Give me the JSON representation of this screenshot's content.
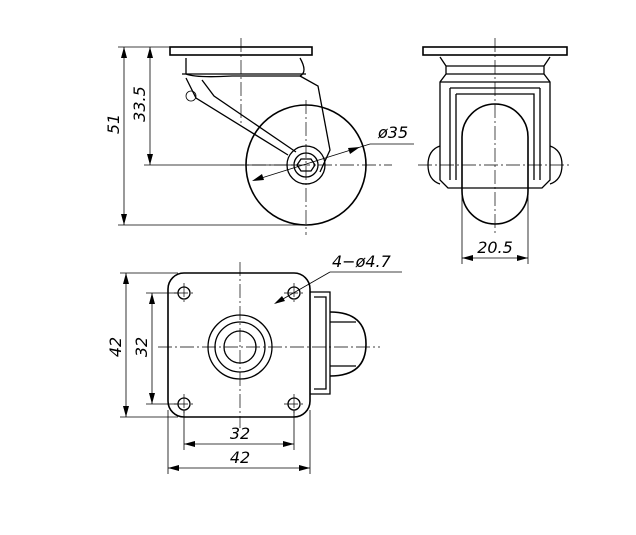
{
  "dimensions": {
    "side_height_total": "51",
    "side_height_axle": "33.5",
    "wheel_diameter": "ø35",
    "wheel_width": "20.5",
    "hole_spec": "4−ø4.7",
    "plate_height_outer": "42",
    "plate_height_holes": "32",
    "plate_width_holes": "32",
    "plate_width_outer": "42"
  }
}
